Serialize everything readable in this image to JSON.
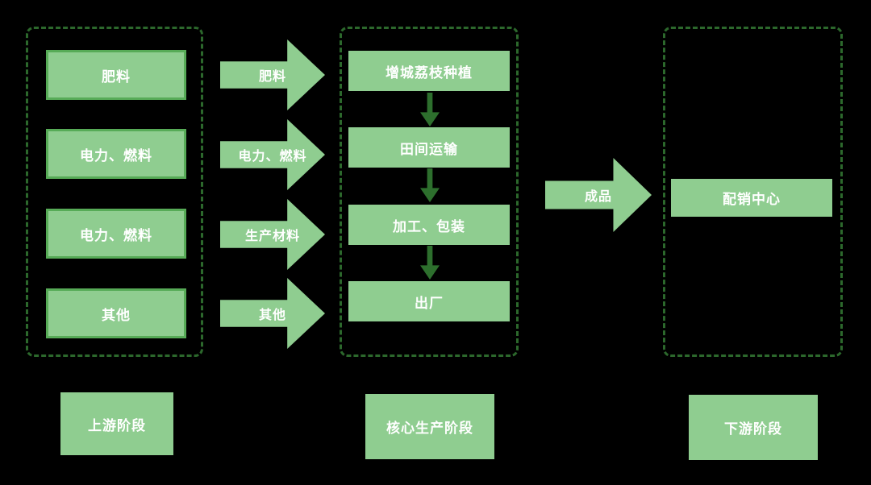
{
  "diagram": {
    "title_implicit": "增城荔枝生产流程图",
    "colors": {
      "background": "#000000",
      "box_fill": "#8fcd90",
      "box_border": "#57ab57",
      "dark_arrow": "#2d6f2d",
      "dashed_border": "#2c682c",
      "text": "#ffffff"
    },
    "upstream": {
      "label": "上游阶段",
      "boxes": [
        {
          "label": "肥料"
        },
        {
          "label": "电力、燃料"
        },
        {
          "label": "电力、燃料"
        },
        {
          "label": "其他"
        }
      ]
    },
    "flow_arrows": [
      {
        "label": "肥料"
      },
      {
        "label": "电力、燃料"
      },
      {
        "label": "生产材料"
      },
      {
        "label": "其他"
      }
    ],
    "core": {
      "label": "核心生产阶段",
      "boxes": [
        {
          "label": "增城荔枝种植"
        },
        {
          "label": "田间运输"
        },
        {
          "label": "加工、包装"
        },
        {
          "label": "出厂"
        }
      ]
    },
    "output_arrow": {
      "label": "成品"
    },
    "downstream": {
      "label": "下游阶段",
      "boxes": [
        {
          "label": "配销中心"
        }
      ]
    }
  }
}
